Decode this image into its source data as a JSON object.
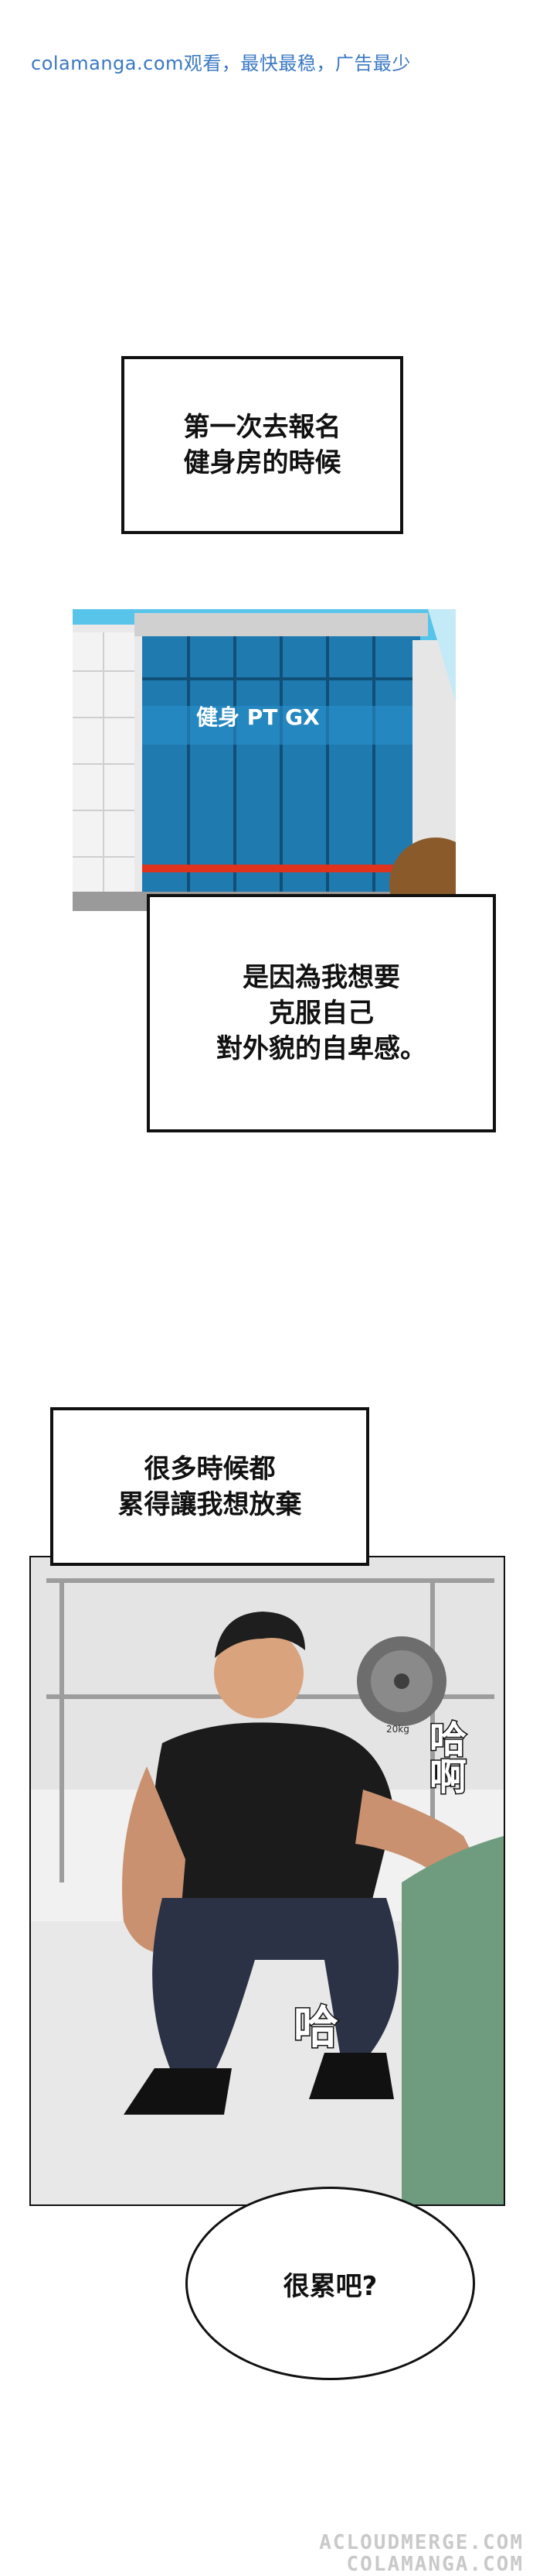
{
  "header": {
    "watermark": "colamanga.com观看，最快最稳，广告最少"
  },
  "caption_1": {
    "lines": [
      "第一次去報名",
      "健身房的時候"
    ]
  },
  "gym_panel": {
    "sign": "健身 PT GX"
  },
  "caption_2": {
    "lines": [
      "是因為我想要",
      "克服自己",
      "對外貌的自卑感。"
    ]
  },
  "caption_3": {
    "lines": [
      "很多時候都",
      "累得讓我想放棄"
    ]
  },
  "squat_panel": {
    "sfx_1": "哈啊",
    "sfx_2": "哈",
    "plate_text": "20kg"
  },
  "bubble": {
    "text": "很累吧?"
  },
  "footer": {
    "watermark_1": "ACLOUDMERGE.COM",
    "watermark_2": "COLAMANGA.COM"
  },
  "colors": {
    "sky": "#58c4ea",
    "glass": "#1f7ab0",
    "building": "#d9d9d9",
    "shirt": "#1b1b1b",
    "pants": "#2b3246",
    "floor": "#e6e6e6"
  }
}
